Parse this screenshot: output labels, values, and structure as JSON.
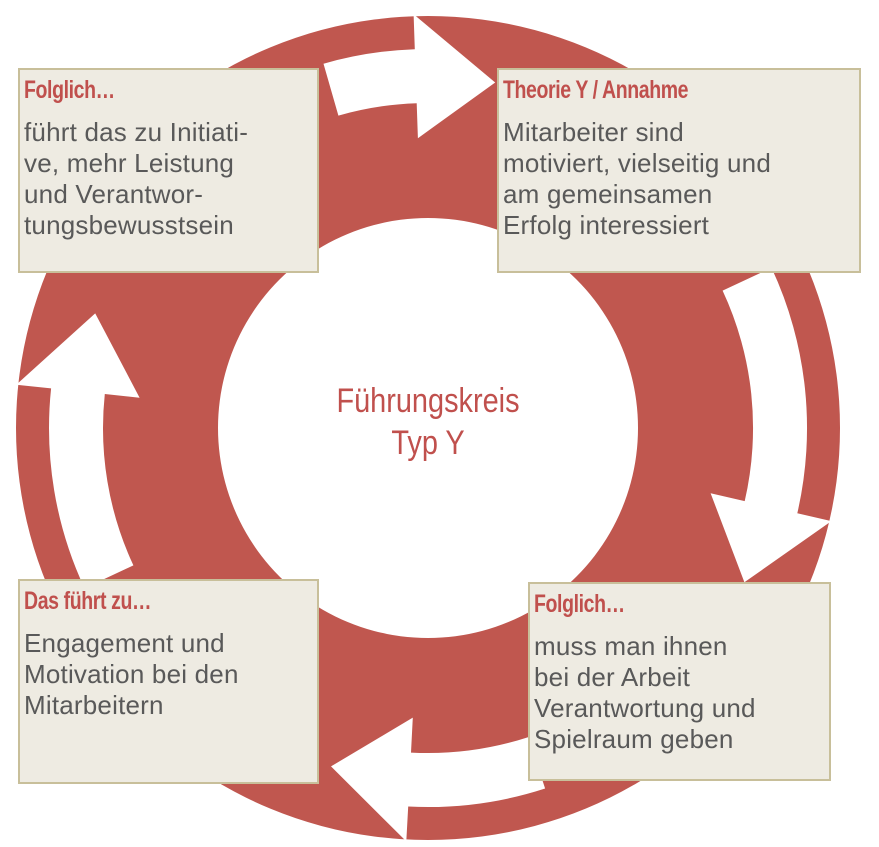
{
  "colors": {
    "ring": "#c0574f",
    "arrow": "#ffffff",
    "box_bg": "#eeebe2",
    "box_border": "#c8bf9a",
    "heading": "#c0504d",
    "text": "#595959"
  },
  "center": {
    "line1": "Führungskreis",
    "line2": "Typ Y"
  },
  "boxes": {
    "top_right": {
      "heading": "Theorie Y / Annahme",
      "text": "Mitarbeiter sind\nmotiviert, vielseitig und\nam gemeinsamen\nErfolg interessiert"
    },
    "bottom_right": {
      "heading": "Folglich…",
      "text": "muss man ihnen\nbei der Arbeit\nVerantwortung und\nSpielraum geben"
    },
    "bottom_left": {
      "heading": "Das führt zu…",
      "text": "Engagement und\nMotivation bei den\nMitarbeitern"
    },
    "top_left": {
      "heading": "Folglich…",
      "text": "führt das zu Initiati-\nve, mehr Leistung\nund Verantwor-\ntungsbewusstsein"
    }
  }
}
